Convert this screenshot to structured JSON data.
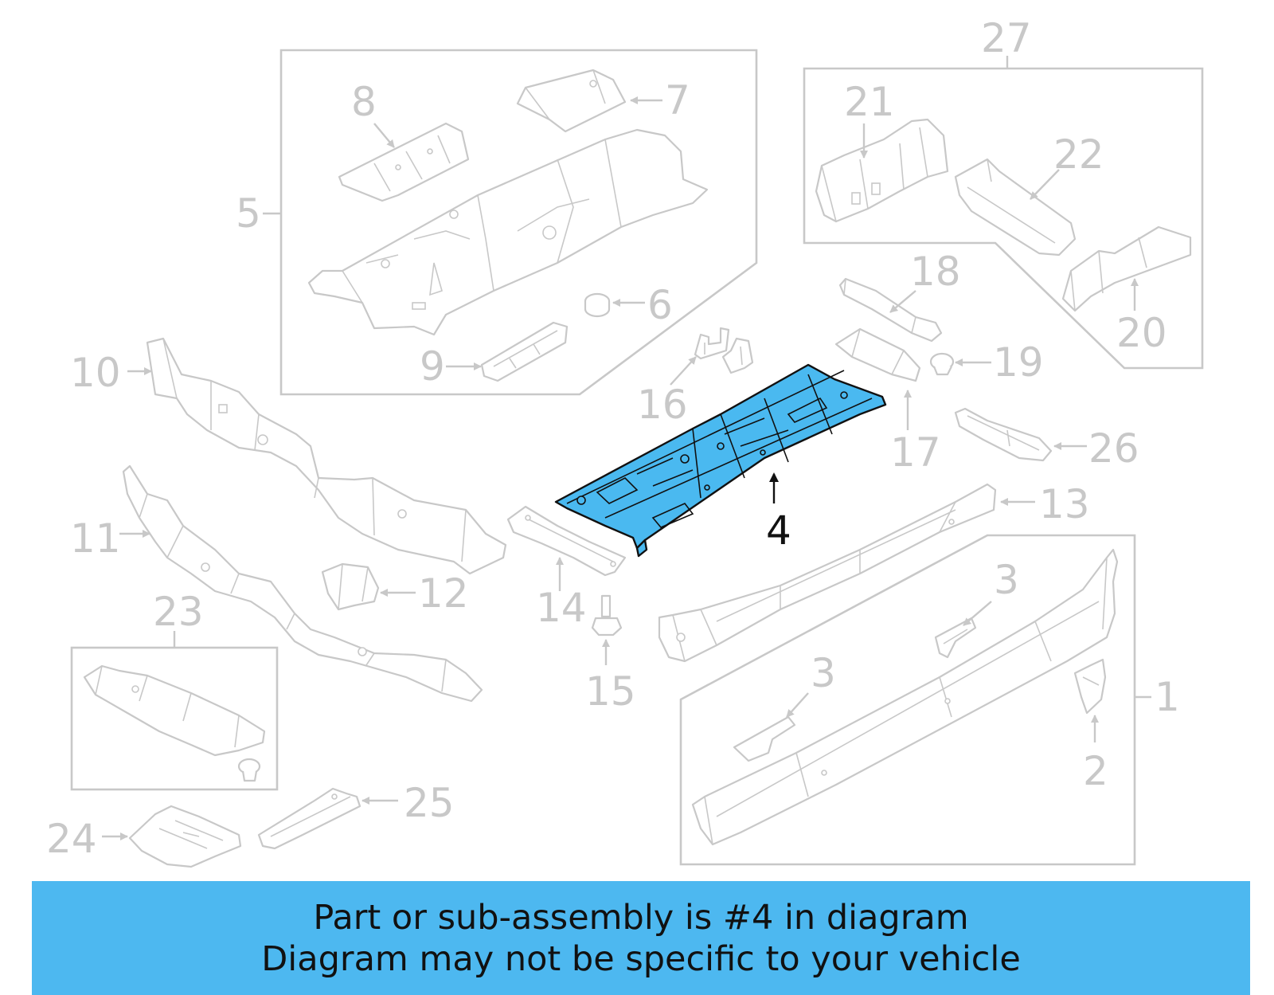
{
  "diagram": {
    "highlight_color": "#4ab9f0",
    "line_color": "#c8c8c8",
    "highlighted_part": "4",
    "callouts": {
      "c1": "1",
      "c2": "2",
      "c3a": "3",
      "c3b": "3",
      "c4": "4",
      "c5": "5",
      "c6": "6",
      "c7": "7",
      "c8": "8",
      "c9": "9",
      "c10": "10",
      "c11": "11",
      "c12": "12",
      "c13": "13",
      "c14": "14",
      "c15": "15",
      "c16": "16",
      "c17": "17",
      "c18": "18",
      "c19": "19",
      "c20": "20",
      "c21": "21",
      "c22": "22",
      "c23": "23",
      "c24": "24",
      "c25": "25",
      "c26": "26",
      "c27": "27"
    }
  },
  "banner": {
    "background": "#4db8f0",
    "line1": "Part or sub-assembly is #4 in diagram",
    "line2": "Diagram may not be specific to your vehicle"
  }
}
